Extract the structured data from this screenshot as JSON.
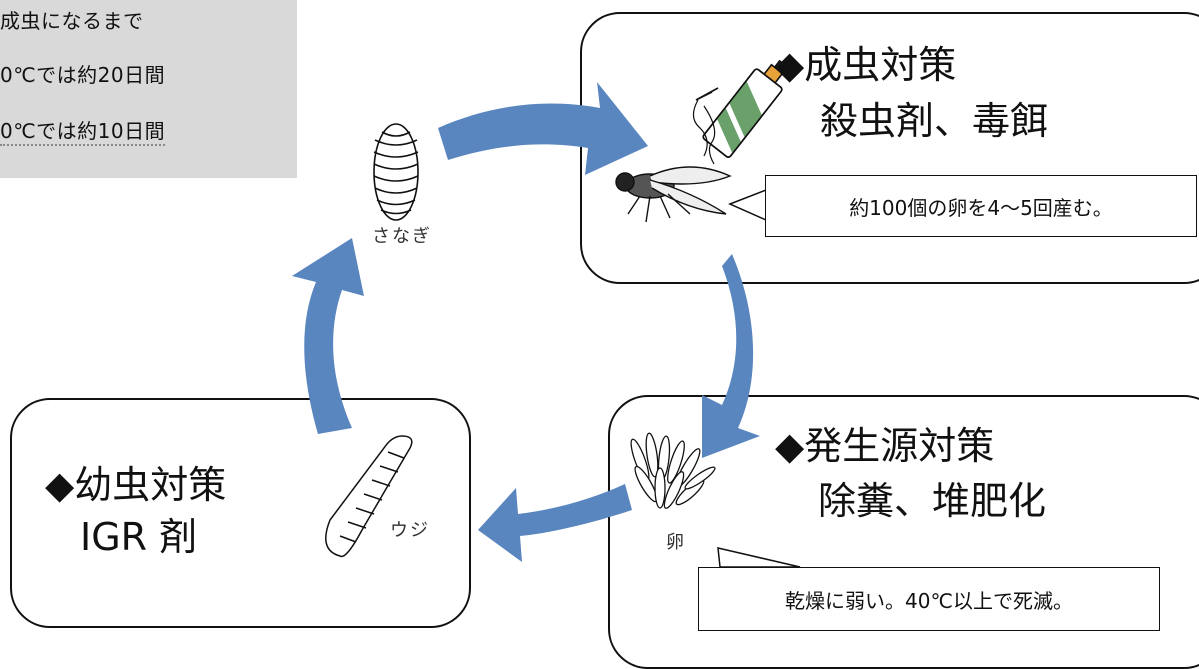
{
  "note": {
    "line1": "成虫になるまで",
    "line2": "0℃では約20日間",
    "line3": "0℃では約10日間"
  },
  "adult": {
    "title": "◆成虫対策",
    "measures": "殺虫剤、毒餌",
    "callout": "約100個の卵を4～5回産む。"
  },
  "egg_stage": {
    "title": "◆発生源対策",
    "measures": "除糞、堆肥化",
    "label": "卵",
    "callout": "乾燥に弱い。40℃以上で死滅。"
  },
  "larva": {
    "title": "◆幼虫対策",
    "measures": "IGR 剤",
    "label": "ウジ"
  },
  "pupa": {
    "label": "さなぎ"
  },
  "colors": {
    "arrow": "#5a86c0",
    "note_bg": "#d9d9d9",
    "spray_green": "#6aa06a"
  }
}
